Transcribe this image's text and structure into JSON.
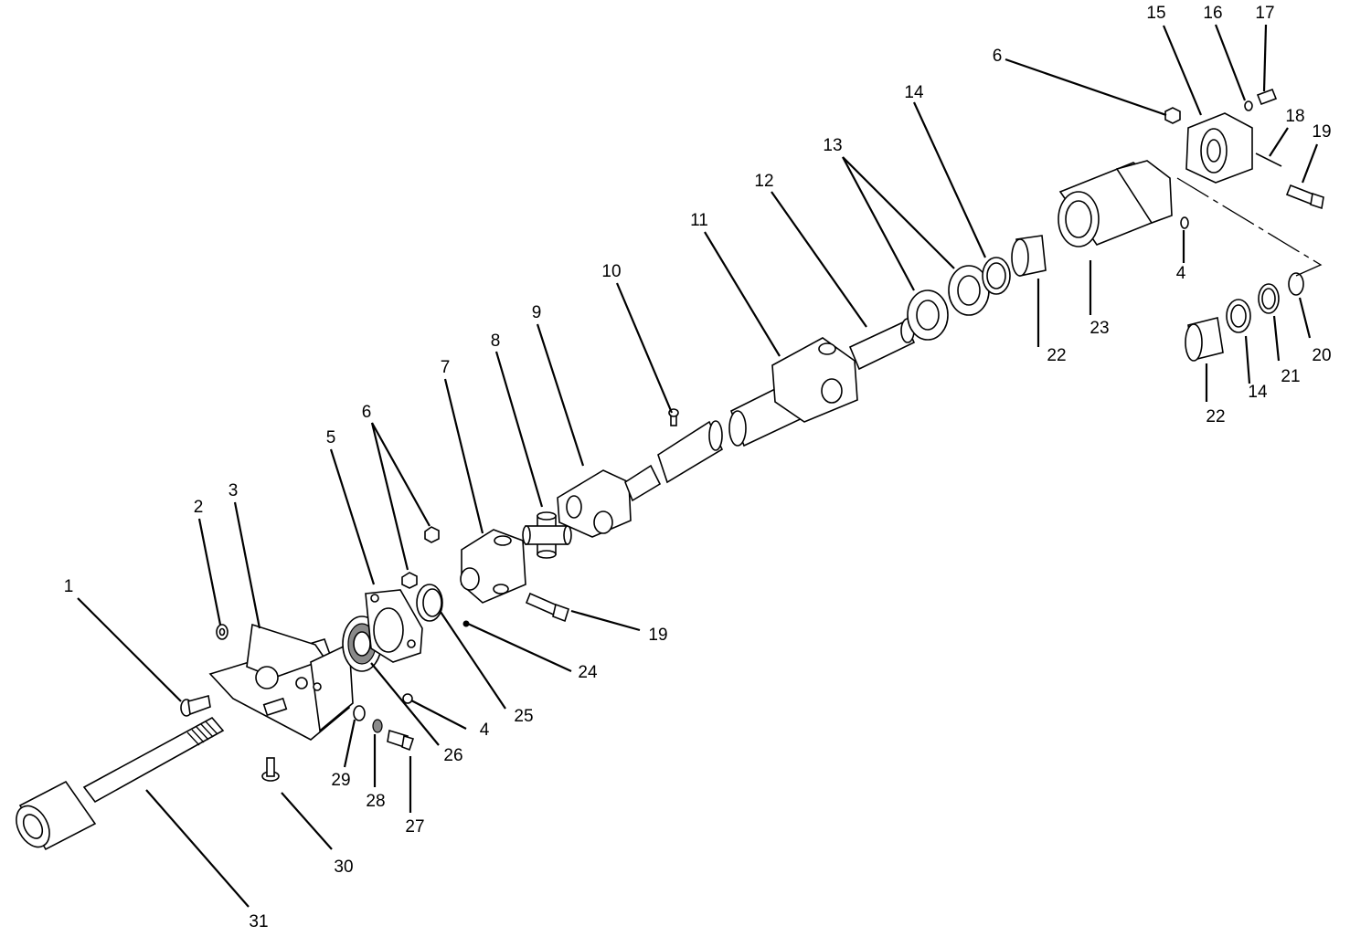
{
  "callouts": [
    {
      "id": "c1",
      "text": "1"
    },
    {
      "id": "c2",
      "text": "2"
    },
    {
      "id": "c3",
      "text": "3"
    },
    {
      "id": "c4a",
      "text": "4"
    },
    {
      "id": "c4b",
      "text": "4"
    },
    {
      "id": "c5",
      "text": "5"
    },
    {
      "id": "c6a",
      "text": "6"
    },
    {
      "id": "c6b",
      "text": "6"
    },
    {
      "id": "c7",
      "text": "7"
    },
    {
      "id": "c8",
      "text": "8"
    },
    {
      "id": "c9",
      "text": "9"
    },
    {
      "id": "c10",
      "text": "10"
    },
    {
      "id": "c11",
      "text": "11"
    },
    {
      "id": "c12",
      "text": "12"
    },
    {
      "id": "c13",
      "text": "13"
    },
    {
      "id": "c14a",
      "text": "14"
    },
    {
      "id": "c14b",
      "text": "14"
    },
    {
      "id": "c15",
      "text": "15"
    },
    {
      "id": "c16",
      "text": "16"
    },
    {
      "id": "c17",
      "text": "17"
    },
    {
      "id": "c18",
      "text": "18"
    },
    {
      "id": "c19a",
      "text": "19"
    },
    {
      "id": "c19b",
      "text": "19"
    },
    {
      "id": "c20",
      "text": "20"
    },
    {
      "id": "c21",
      "text": "21"
    },
    {
      "id": "c22a",
      "text": "22"
    },
    {
      "id": "c22b",
      "text": "22"
    },
    {
      "id": "c23",
      "text": "23"
    },
    {
      "id": "c24",
      "text": "24"
    },
    {
      "id": "c25",
      "text": "25"
    },
    {
      "id": "c26",
      "text": "26"
    },
    {
      "id": "c27",
      "text": "27"
    },
    {
      "id": "c28",
      "text": "28"
    },
    {
      "id": "c29",
      "text": "29"
    },
    {
      "id": "c30",
      "text": "30"
    },
    {
      "id": "c31",
      "text": "31"
    }
  ]
}
